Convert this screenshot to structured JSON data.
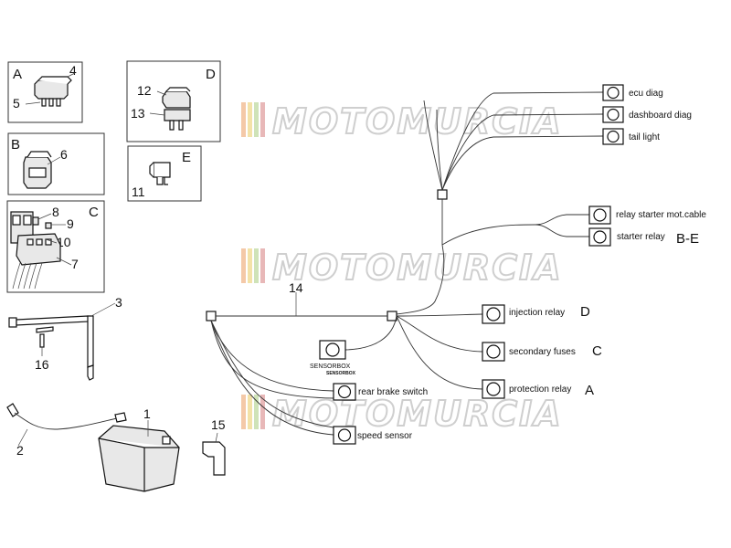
{
  "watermark": "MOTOMURCIA",
  "boxes": {
    "a": {
      "letter": "A",
      "parts": [
        "4",
        "5"
      ]
    },
    "b": {
      "letter": "B",
      "parts": [
        "6"
      ]
    },
    "c": {
      "letter": "C",
      "parts": [
        "8",
        "9",
        "10",
        "7"
      ]
    },
    "d": {
      "letter": "D",
      "parts": [
        "12",
        "13"
      ]
    },
    "e": {
      "letter": "E",
      "parts": [
        "11"
      ]
    }
  },
  "loose_parts": [
    "3",
    "16",
    "1",
    "2",
    "15",
    "14"
  ],
  "connectors": [
    {
      "label": "ecu diag",
      "suffix": ""
    },
    {
      "label": "dashboard diag",
      "suffix": ""
    },
    {
      "label": "tail light",
      "suffix": ""
    },
    {
      "label": "relay starter mot.cable",
      "suffix": ""
    },
    {
      "label": "starter relay",
      "suffix": "B-E"
    },
    {
      "label": "injection relay",
      "suffix": "D"
    },
    {
      "label": "secondary fuses",
      "suffix": "C"
    },
    {
      "label": "protection relay",
      "suffix": "A"
    },
    {
      "label": "rear brake switch",
      "suffix": ""
    },
    {
      "label": "speed sensor",
      "suffix": ""
    }
  ],
  "sensorbox": {
    "label": "SENSORBOX",
    "sublabel": "SENSORBOX"
  }
}
